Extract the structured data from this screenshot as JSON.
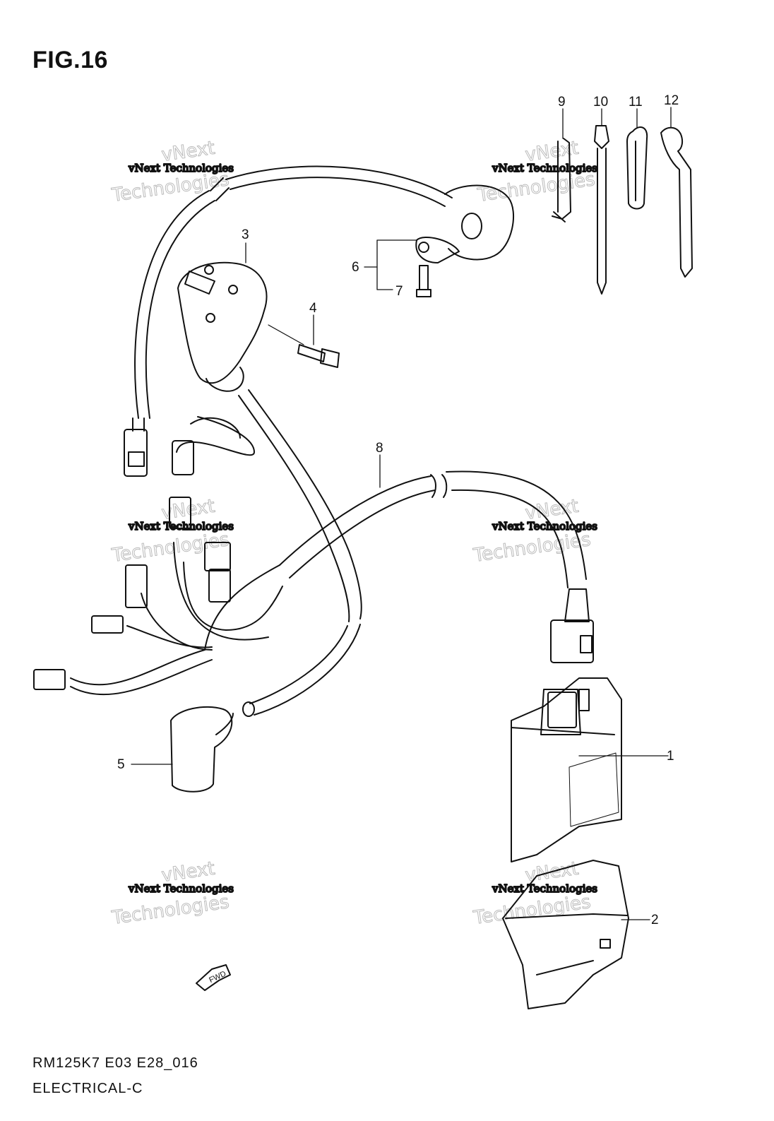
{
  "figure": {
    "title": "FIG.16",
    "model_code": "RM125K7 E03 E28_016",
    "section": "ELECTRICAL-C",
    "direction_label": "FWD"
  },
  "callouts": [
    {
      "id": "1",
      "label": "1"
    },
    {
      "id": "2",
      "label": "2"
    },
    {
      "id": "3",
      "label": "3"
    },
    {
      "id": "4",
      "label": "4"
    },
    {
      "id": "5",
      "label": "5"
    },
    {
      "id": "6",
      "label": "6"
    },
    {
      "id": "7",
      "label": "7"
    },
    {
      "id": "8",
      "label": "8"
    },
    {
      "id": "9",
      "label": "9"
    },
    {
      "id": "10",
      "label": "10"
    },
    {
      "id": "11",
      "label": "11"
    },
    {
      "id": "12",
      "label": "12"
    }
  ],
  "watermarks": [
    {
      "line1": "vNext",
      "line2": "vNext Technologies",
      "line3": "Technologies"
    },
    {
      "line1": "vNext",
      "line2": "vNext Technologies",
      "line3": "Technologies"
    },
    {
      "line1": "vNext",
      "line2": "vNext Technologies",
      "line3": "Technologies"
    },
    {
      "line1": "vNext",
      "line2": "vNext Technologies",
      "line3": "Technologies"
    },
    {
      "line1": "vNext",
      "line2": "vNext Technologies",
      "line3": "Technologies"
    },
    {
      "line1": "vNext",
      "line2": "vNext Technologies",
      "line3": "Technologies"
    }
  ]
}
